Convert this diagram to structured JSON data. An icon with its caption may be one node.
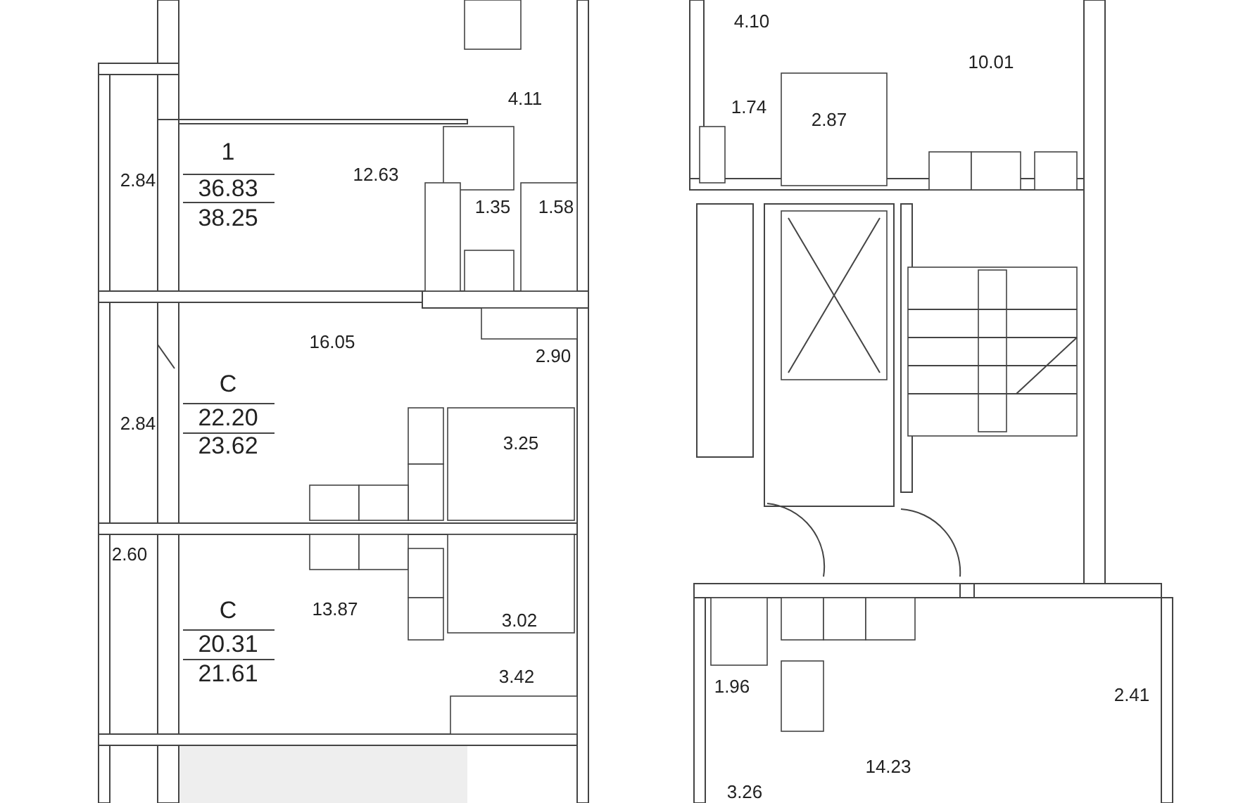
{
  "diagram": {
    "labels": [
      "4.10",
      "10.01",
      "4.11",
      "1.74",
      "2.87",
      "1",
      "12.63",
      "2.84",
      "36.83",
      "38.25",
      "1.35",
      "1.58",
      "16.05",
      "2.90",
      "C",
      "2.84",
      "22.20",
      "3.25",
      "23.62",
      "2.60",
      "C",
      "13.87",
      "3.02",
      "20.31",
      "3.42",
      "21.61",
      "1.96",
      "2.41",
      "14.23",
      "3.26"
    ]
  }
}
